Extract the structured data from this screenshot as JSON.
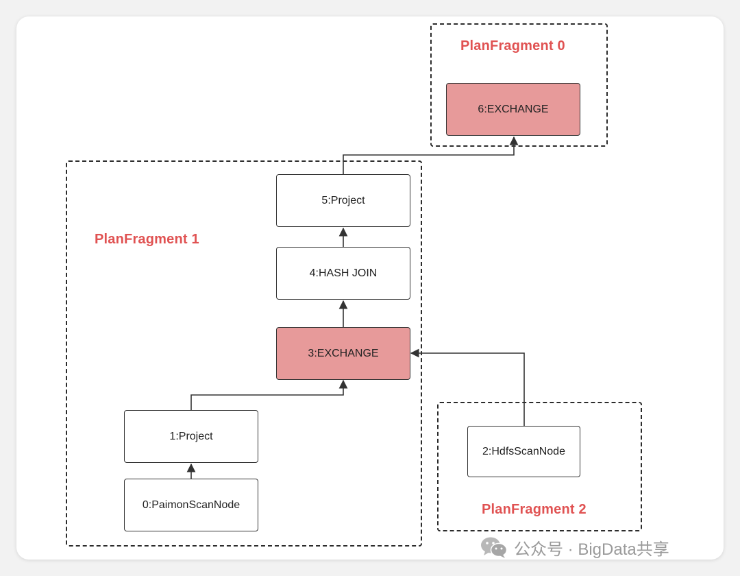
{
  "fragments": {
    "f0": "PlanFragment 0",
    "f1": "PlanFragment 1",
    "f2": "PlanFragment 2"
  },
  "nodes": {
    "n0": "0:PaimonScanNode",
    "n1": "1:Project",
    "n2": "2:HdfsScanNode",
    "n3": "3:EXCHANGE",
    "n4": "4:HASH JOIN",
    "n5": "5:Project",
    "n6": "6:EXCHANGE"
  },
  "edges": [
    {
      "from": "0:PaimonScanNode",
      "to": "1:Project"
    },
    {
      "from": "1:Project",
      "to": "3:EXCHANGE"
    },
    {
      "from": "2:HdfsScanNode",
      "to": "3:EXCHANGE"
    },
    {
      "from": "3:EXCHANGE",
      "to": "4:HASH JOIN"
    },
    {
      "from": "4:HASH JOIN",
      "to": "5:Project"
    },
    {
      "from": "5:Project",
      "to": "6:EXCHANGE"
    }
  ],
  "watermark": {
    "text": "公众号 · BigData共享",
    "icon": "wechat-icon"
  },
  "colors": {
    "exchange_fill": "#e79a9a",
    "fragment_label": "#e05252"
  }
}
